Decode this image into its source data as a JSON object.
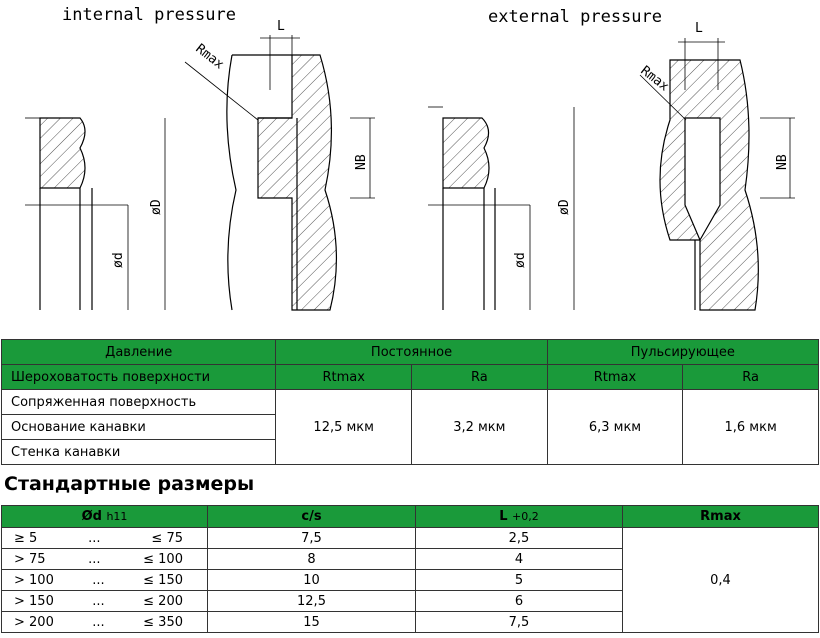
{
  "drawing": {
    "left_title": "internal pressure",
    "right_title": "external pressure",
    "label_L": "L",
    "label_Rmax": "Rmax",
    "label_NB": "NB",
    "label_D": "øD",
    "label_d": "ød"
  },
  "surface_table": {
    "row1": {
      "label": "Давление",
      "constant": "Постоянное",
      "pulsating": "Пульсирующее"
    },
    "row2": {
      "label": "Шероховатость поверхности",
      "c_rtmax": "Rtmax",
      "c_ra": "Ra",
      "p_rtmax": "Rtmax",
      "p_ra": "Ra"
    },
    "rows": [
      "Сопряженная поверхность",
      "Основание канавки",
      "Стенка канавки"
    ],
    "values": {
      "c_rtmax": "12,5 мкм",
      "c_ra": "3,2 мкм",
      "p_rtmax": "6,3 мкм",
      "p_ra": "1,6 мкм"
    }
  },
  "sizes_title": "Стандартные размеры",
  "sizes_table": {
    "headers": {
      "d": "Ød",
      "d_tol": "h11",
      "cs": "c/s",
      "L": "L",
      "L_tol": "+0,2",
      "rmax": "Rmax"
    },
    "rows": [
      {
        "from": "≥ 5",
        "dots": "...",
        "to": "≤ 75",
        "cs": "7,5",
        "L": "2,5"
      },
      {
        "from": "> 75",
        "dots": "...",
        "to": "≤ 100",
        "cs": "8",
        "L": "4"
      },
      {
        "from": "> 100",
        "dots": "...",
        "to": "≤ 150",
        "cs": "10",
        "L": "5"
      },
      {
        "from": "> 150",
        "dots": "...",
        "to": "≤ 200",
        "cs": "12,5",
        "L": "6"
      },
      {
        "from": "> 200",
        "dots": "...",
        "to": "≤ 350",
        "cs": "15",
        "L": "7,5"
      }
    ],
    "rmax_value": "0,4"
  },
  "colors": {
    "header_green": "#1a9a3a"
  }
}
